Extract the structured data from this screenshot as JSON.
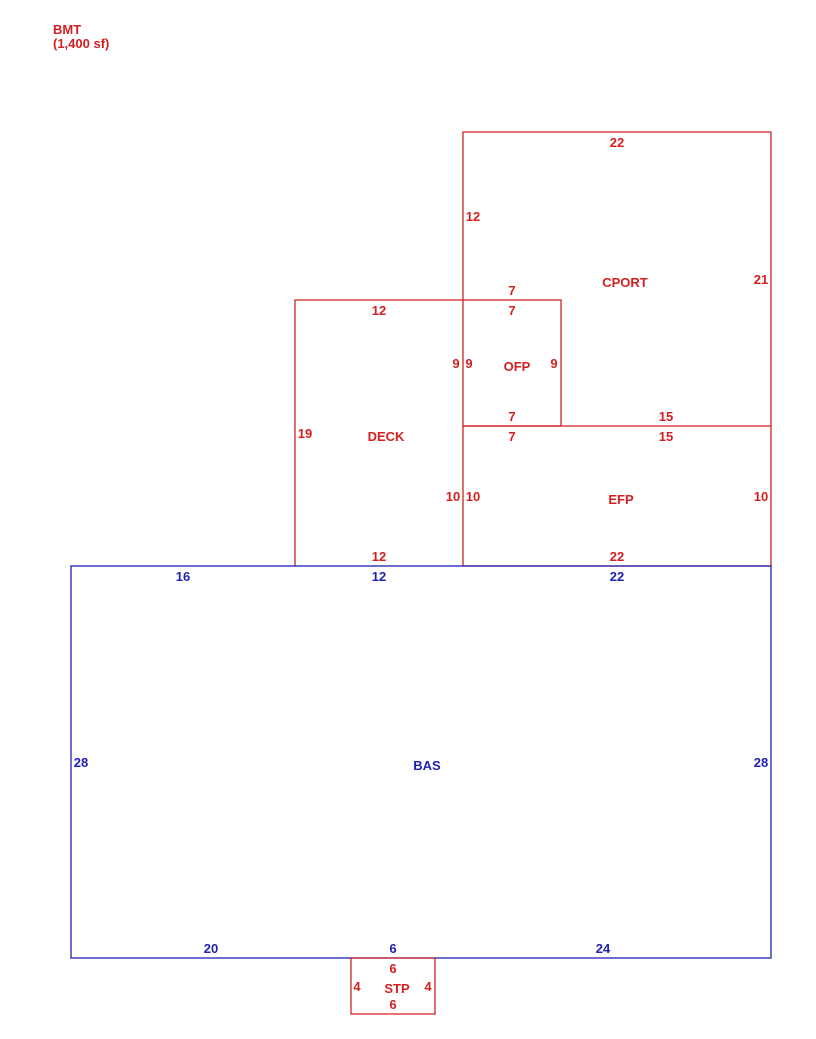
{
  "colors": {
    "red": "#d32020",
    "blue": "#1f1fb4"
  },
  "header": {
    "level": "BMT",
    "area": "(1,400 sf)"
  },
  "areas": [
    {
      "id": "cport",
      "label": "CPORT",
      "color": "red",
      "dims": {
        "top": "22",
        "left": "12",
        "right": "21",
        "top_inner": "7"
      }
    },
    {
      "id": "ofp",
      "label": "OFP",
      "color": "red",
      "dims": {
        "top": "7",
        "left": "9",
        "right": "9",
        "bottom": "7"
      }
    },
    {
      "id": "deck",
      "label": "DECK",
      "color": "red",
      "dims": {
        "top": "12",
        "left": "19",
        "right": "9",
        "right_lower": "10",
        "bottom": "12"
      }
    },
    {
      "id": "efp",
      "label": "EFP",
      "color": "red",
      "dims": {
        "top_left": "7",
        "top_right": "15",
        "left": "10",
        "right": "10",
        "bottom": "22",
        "top_cport": "15"
      }
    },
    {
      "id": "bas",
      "label": "BAS",
      "color": "blue",
      "dims": {
        "top_a": "16",
        "top_b": "12",
        "top_c": "22",
        "left": "28",
        "right": "28",
        "bottom_a": "20",
        "bottom_b": "6",
        "bottom_c": "24"
      }
    },
    {
      "id": "stp",
      "label": "STP",
      "color": "red",
      "dims": {
        "top": "6",
        "left": "4",
        "right": "4",
        "bottom": "6"
      }
    }
  ]
}
